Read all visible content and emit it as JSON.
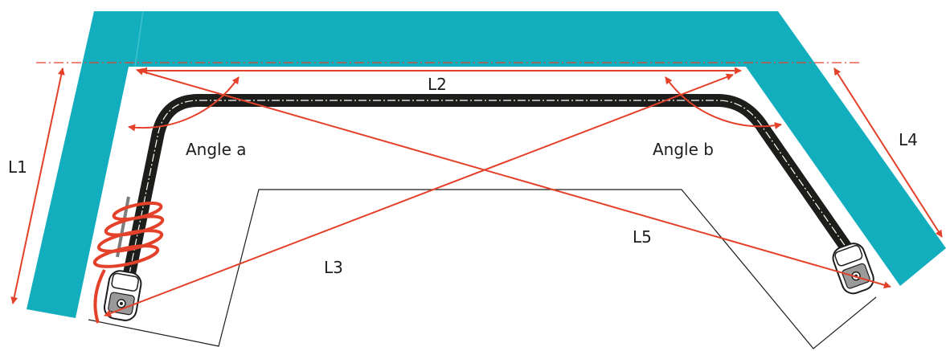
{
  "labels": {
    "l1": "L1",
    "l2": "L2",
    "l3": "L3",
    "l4": "L4",
    "l5": "L5",
    "angle_a": "Angle a",
    "angle_b": "Angle b"
  },
  "colors": {
    "wall": "#13aebd",
    "tube": "#1d1d1b",
    "dimension": "#e4412b",
    "outline": "#1d1d1b",
    "centerline": "#ffffff"
  },
  "icons": {
    "left_end": "sensor-head-icon",
    "right_end": "sensor-head-icon",
    "coil": "strain-relief-coil-icon"
  }
}
